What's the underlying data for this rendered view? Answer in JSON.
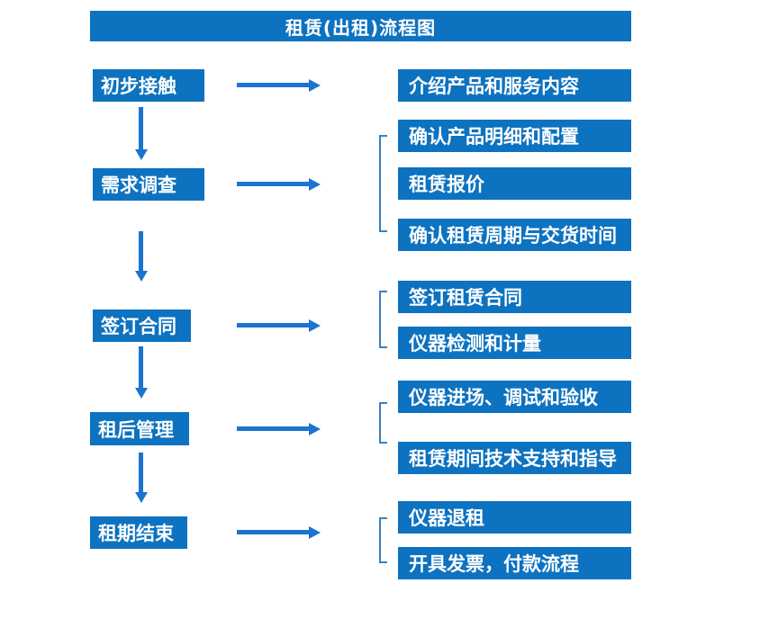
{
  "title": "租赁(出租)流程图",
  "flow": {
    "stages": [
      {
        "label": "初步接触",
        "details": [
          "介绍产品和服务内容"
        ]
      },
      {
        "label": "需求调查",
        "details": [
          "确认产品明细和配置",
          "租赁报价",
          "确认租赁周期与交货时间"
        ]
      },
      {
        "label": "签订合同",
        "details": [
          "签订租赁合同",
          "仪器检测和计量"
        ]
      },
      {
        "label": "租后管理",
        "details": [
          "仪器进场、调试和验收",
          "租赁期间技术支持和指导"
        ]
      },
      {
        "label": "租期结束",
        "details": [
          "仪器退租",
          "开具发票，付款流程"
        ]
      }
    ]
  },
  "colors": {
    "box_fill": "#0d72c0",
    "arrow": "#1b74d0",
    "bracket": "#3b7fc4",
    "text": "#ffffff",
    "background": "#ffffff"
  }
}
